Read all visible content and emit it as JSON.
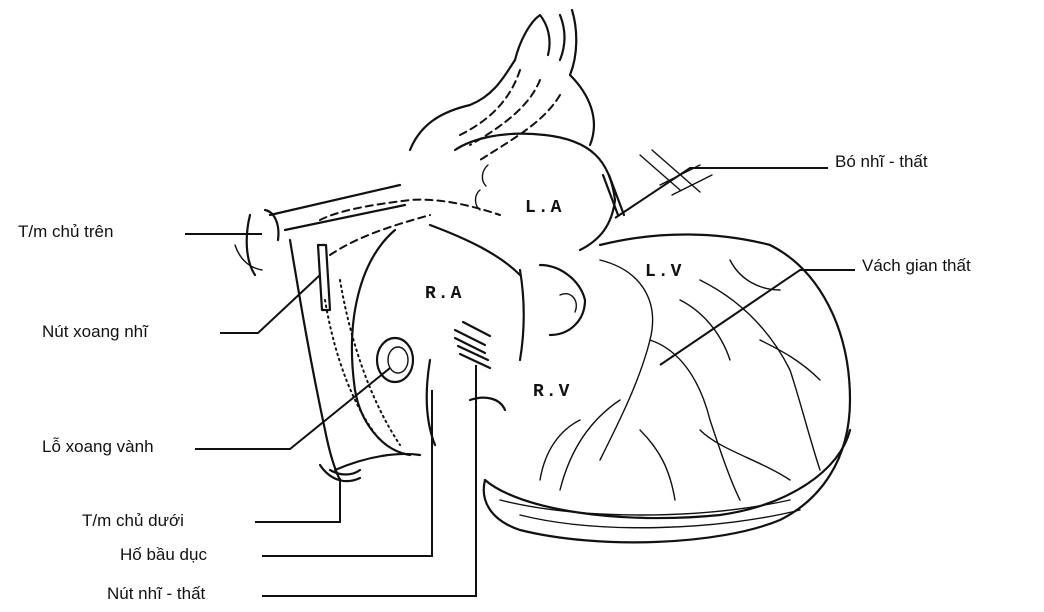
{
  "labels": {
    "bo_nhi_that": "Bó nhĩ - thất",
    "vach_gian_that": "Vách gian thất",
    "tm_chu_tren": "T/m  chủ trên",
    "nut_xoang_nhi": "Nút xoang nhĩ",
    "lo_xoang_vanh": "Lỗ xoang vành",
    "tm_chu_duoi": "T/m chủ dưới",
    "ho_bau_duc": "Hố bầu dục",
    "nut_nhi_that": "Nút nhĩ - thất"
  },
  "chambers": {
    "la": "L.A",
    "ra": "R.A",
    "lv": "L.V",
    "rv": "R.V"
  }
}
